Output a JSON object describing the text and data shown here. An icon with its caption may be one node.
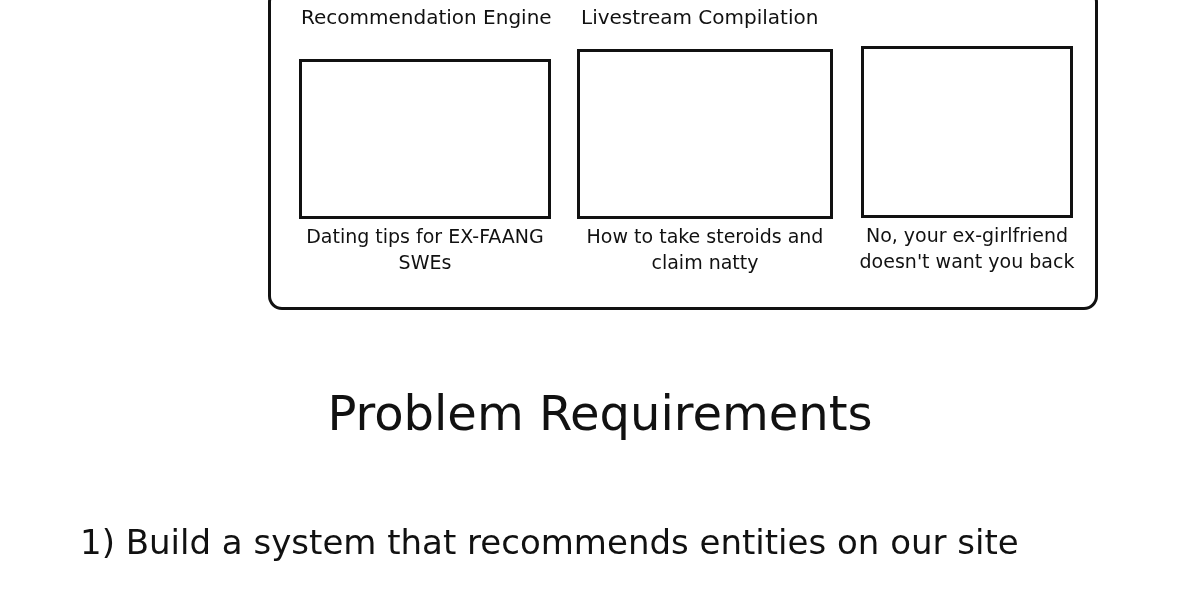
{
  "diagram": {
    "title": "Problem Requirements",
    "nodes": [
      {
        "text": [],
        "shape": "box"
      },
      {
        "text": [
          "Dating tips for EX-FAANG SWEs"
        ],
        "in": 0
      },
      {
        "text": [
          "How to take steroids and claim natty"
        ],
        "in": 0
      },
      {
        "text": [
          "No, your ex-girlfriend doesn't want you back"
        ],
        "in": 0
      }
    ],
    "labels": [
      "Recommendation Engine",
      "Livestream Compilation",
      "1) Build a system that recommends entities on our site"
    ]
  }
}
